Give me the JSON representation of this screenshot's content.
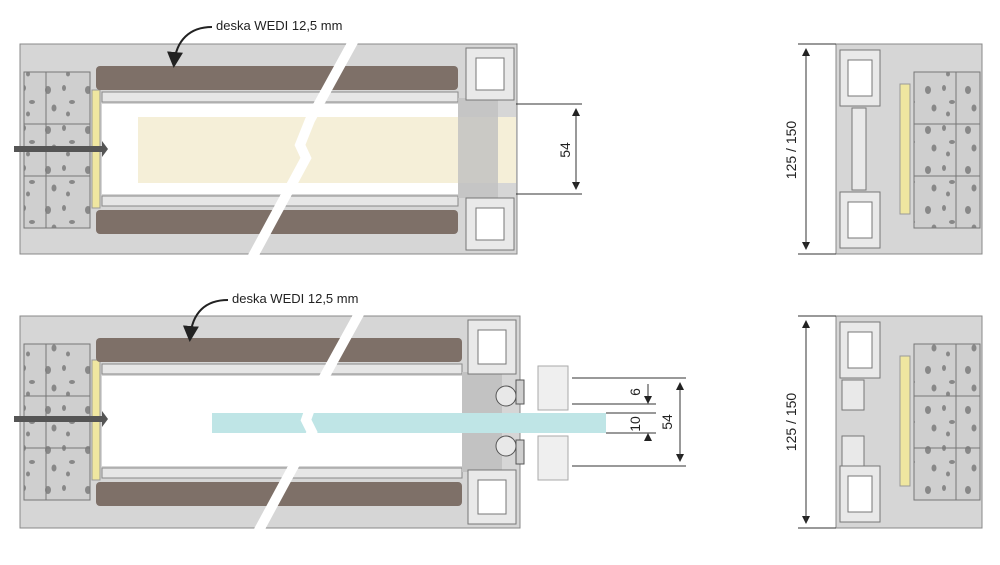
{
  "top_detail": {
    "board_label": "deska WEDI 12,5 mm",
    "dim_height": "54"
  },
  "top_side": {
    "dim_width": "125 / 150"
  },
  "bottom_detail": {
    "board_label": "deska WEDI 12,5 mm",
    "dim_6": "6",
    "dim_10": "10",
    "dim_54": "54"
  },
  "bottom_side": {
    "dim_width": "125 / 150"
  },
  "colors": {
    "frame": "#d6d6d6",
    "board": "#7e7068",
    "brick": "#c8c8c8",
    "adhesive": "#efe6a0",
    "panel_beige": "#f5efd8",
    "glass": "#bfe5e6",
    "profile": "#e9e9e9"
  }
}
